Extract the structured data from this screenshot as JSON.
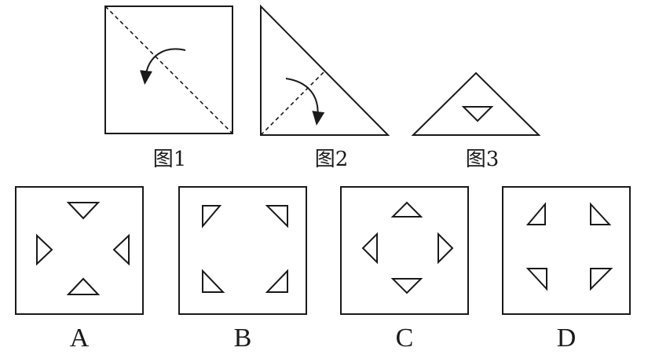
{
  "figures": [
    {
      "caption": "图1"
    },
    {
      "caption": "图2"
    },
    {
      "caption": "图3"
    }
  ],
  "options": [
    {
      "label": "A"
    },
    {
      "label": "B"
    },
    {
      "label": "C"
    },
    {
      "label": "D"
    }
  ]
}
